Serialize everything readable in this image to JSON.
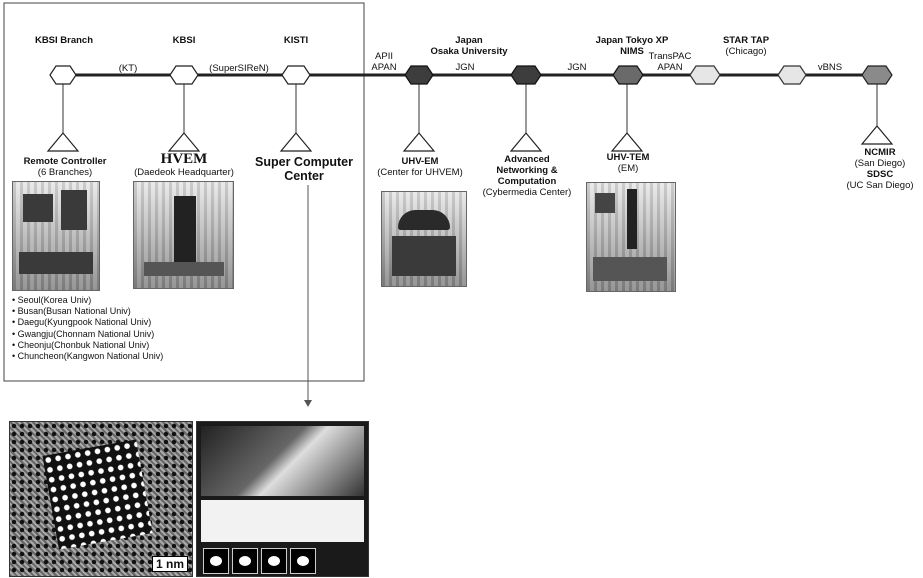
{
  "nodes": {
    "kbsi_branch": "KBSI Branch",
    "kbsi": "KBSI",
    "kisti": "KISTI",
    "japan_osaka": [
      "Japan",
      "Osaka University"
    ],
    "japan_tokyo": [
      "Japan Tokyo XP",
      "NIMS"
    ],
    "star_tap": [
      "STAR TAP",
      "(Chicago)"
    ]
  },
  "links": {
    "kt": "(KT)",
    "supersiren": "(SuperSIReN)",
    "apii": [
      "APII",
      "APAN"
    ],
    "jgn1": "JGN",
    "jgn2": "JGN",
    "transpac": [
      "TransPAC",
      "APAN"
    ],
    "vbns": "vBNS"
  },
  "sites": {
    "remote": [
      "Remote Controller",
      "(6 Branches)"
    ],
    "hvem": [
      "HVEM",
      "(Daedeok Headquarter)"
    ],
    "supercomputer": [
      "Super Computer",
      "Center"
    ],
    "uhvem": [
      "UHV-EM",
      "(Center for UHVEM)"
    ],
    "advanced": [
      "Advanced",
      "Networking &",
      "Computation",
      "(Cybermedia Center)"
    ],
    "uhvtem": [
      "UHV-TEM",
      "(EM)"
    ],
    "ncmir": [
      "NCMIR",
      "(San Diego)",
      "SDSC",
      "(UC San Diego)"
    ]
  },
  "branches": [
    "Seoul(Korea Univ)",
    "Busan(Busan National Univ)",
    "Daegu(Kyungpook National Univ)",
    "Gwangju(Chonnam National Univ)",
    "Cheonju(Chonbuk National Univ)",
    "Chuncheon(Kangwon National Univ)"
  ],
  "scale_bar": "1 nm"
}
